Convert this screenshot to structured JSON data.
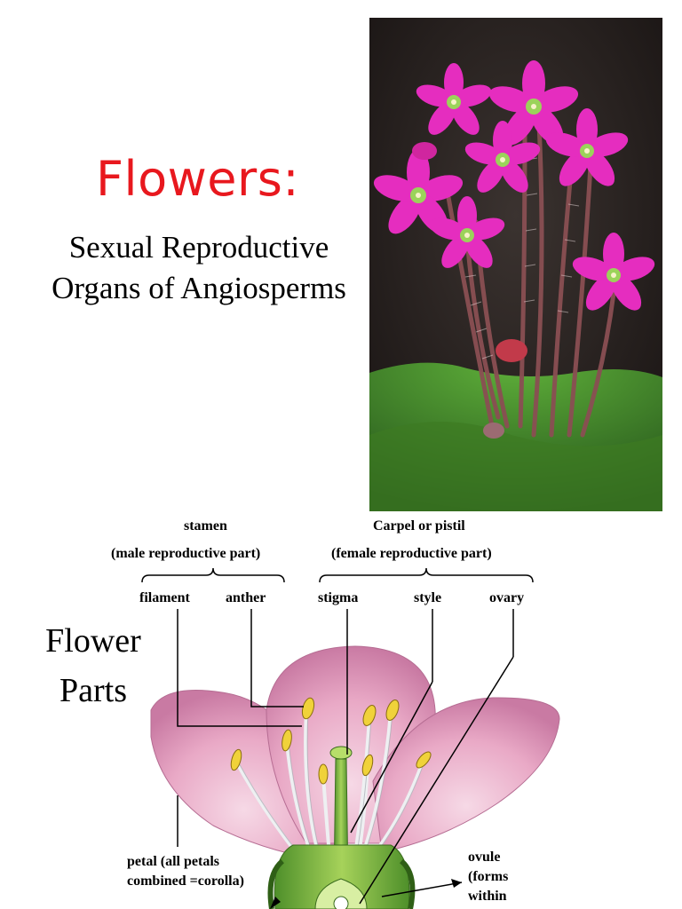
{
  "slide1": {
    "title": "Flowers:",
    "subtitle": "Sexual Reproductive Organs of Angiosperms"
  },
  "slide2": {
    "title": "Flower Parts",
    "stamen": "stamen",
    "stamen_desc": "(male reproductive part)",
    "carpel": "Carpel or pistil",
    "carpel_desc": "(female reproductive part)",
    "labels": {
      "filament": "filament",
      "anther": "anther",
      "stigma": "stigma",
      "style": "style",
      "ovary": "ovary",
      "petal": "petal (all petals combined =corolla)",
      "ovule": "ovule (forms within"
    }
  },
  "colors": {
    "title_red": "#e8181e",
    "petal_pink": "#e9a9c6",
    "anther_yellow": "#f0d23a",
    "stem_green": "#7cb342",
    "photo_bg": "#2a2321",
    "moss": "#3f8a2a",
    "bloom_magenta": "#e52dbf"
  }
}
